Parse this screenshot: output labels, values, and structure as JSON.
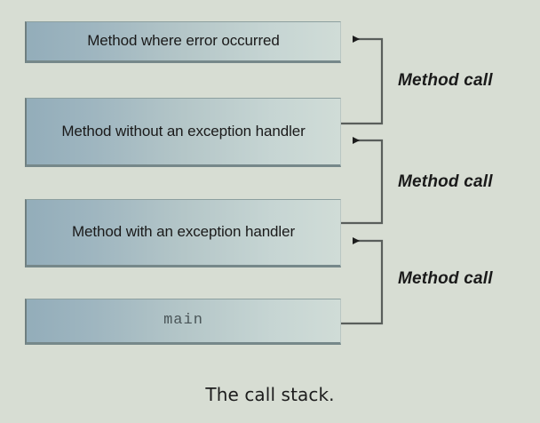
{
  "diagram": {
    "title": "The call stack.",
    "background_color": "#d7ddd3",
    "frame_gradient_from": "#93adba",
    "frame_gradient_to": "#d0dcd7",
    "connector_color": "#595e5b",
    "frames": [
      {
        "id": "method-where-error-occurred",
        "text": "Method where error occurred",
        "style": "text"
      },
      {
        "id": "method-without-exception-handler",
        "text": "Method without an exception handler",
        "style": "text"
      },
      {
        "id": "method-with-exception-handler",
        "text": "Method with an exception handler",
        "style": "text"
      },
      {
        "id": "main",
        "text": "main",
        "style": "mono"
      }
    ],
    "connectors": [
      {
        "id": "call-0",
        "label": "Method call",
        "from_frame": 1,
        "to_frame": 0
      },
      {
        "id": "call-1",
        "label": "Method call",
        "from_frame": 2,
        "to_frame": 1
      },
      {
        "id": "call-2",
        "label": "Method call",
        "from_frame": 3,
        "to_frame": 2
      }
    ]
  }
}
